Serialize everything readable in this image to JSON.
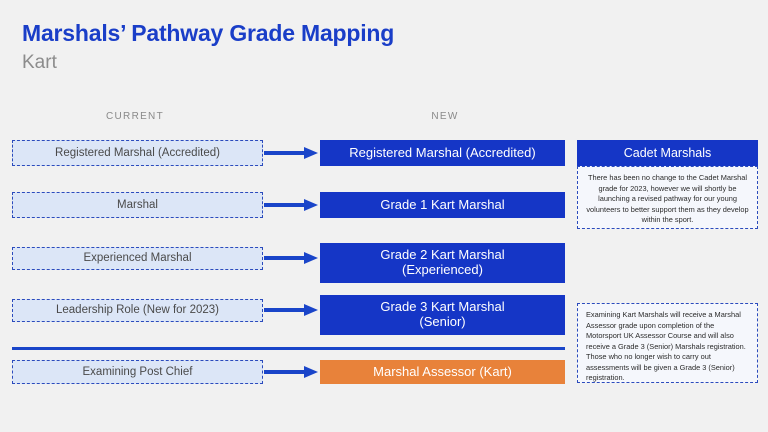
{
  "header": {
    "title": "Marshals’ Pathway Grade Mapping",
    "subtitle": "Kart"
  },
  "columns": {
    "current_label": "CURRENT",
    "new_label": "NEW"
  },
  "colors": {
    "brand_blue": "#1536c6",
    "title_blue": "#1a3ec8",
    "left_fill": "#dce6f7",
    "accent_orange": "#e8823a",
    "background": "#f1f1f1",
    "subtitle_gray": "#8c8c8c"
  },
  "rows": [
    {
      "current": "Registered Marshal (Accredited)",
      "new_line1": "Registered Marshal (Accredited)",
      "new_line2": "",
      "highlight": "blue",
      "arrow": "right-arrow-icon"
    },
    {
      "current": "Marshal",
      "new_line1": "Grade 1 Kart Marshal",
      "new_line2": "",
      "highlight": "blue",
      "arrow": "right-arrow-icon"
    },
    {
      "current": "Experienced Marshal",
      "new_line1": "Grade 2 Kart Marshal",
      "new_line2": "(Experienced)",
      "highlight": "blue",
      "arrow": "right-arrow-icon"
    },
    {
      "current": "Leadership Role (New for 2023)",
      "new_line1": "Grade 3 Kart Marshal",
      "new_line2": "(Senior)",
      "highlight": "blue",
      "arrow": "right-arrow-icon"
    },
    {
      "current": "Examining Post Chief",
      "new_line1": "Marshal Assessor (Kart)",
      "new_line2": "",
      "highlight": "orange",
      "arrow": "right-arrow-icon"
    }
  ],
  "notes": [
    {
      "heading": "Cadet Marshals",
      "body": "There has been no change to the Cadet Marshal grade for 2023, however we will shortly be launching a revised pathway for our young volunteers to better support them as they develop within the sport."
    },
    {
      "heading": "",
      "body": "Examining Kart Marshals will receive a Marshal Assessor grade upon completion of the Motorsport UK Assessor Course and will also receive a Grade 3 (Senior) Marshals registration. Those who no longer wish to carry out assessments will be given a Grade 3 (Senior) registration."
    }
  ]
}
